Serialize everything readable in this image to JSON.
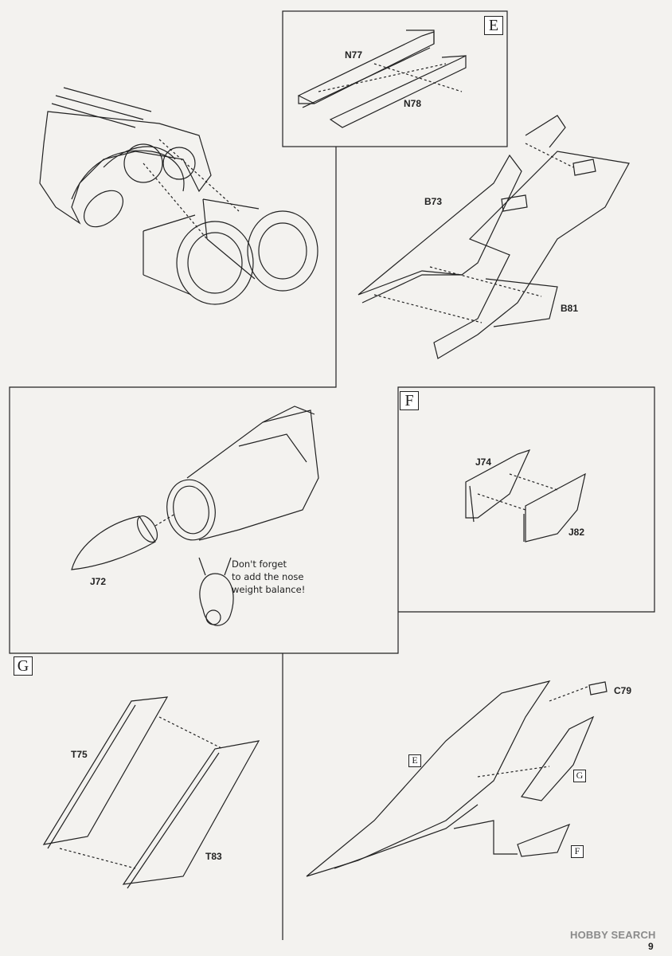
{
  "steps": {
    "E": "E",
    "F": "F",
    "G": "G"
  },
  "parts": {
    "n77": "N77",
    "n78": "N78",
    "b73": "B73",
    "b81": "B81",
    "j72": "J72",
    "j74": "J74",
    "j82": "J82",
    "t75": "T75",
    "t83": "T83",
    "c79": "C79"
  },
  "callouts": {
    "e": "E",
    "g": "G",
    "f": "F"
  },
  "note": {
    "line1": "Don't forget",
    "line2": "to add the nose",
    "line3": "weight balance!"
  },
  "watermark": "HOBBY SEARCH",
  "page_number": "9"
}
